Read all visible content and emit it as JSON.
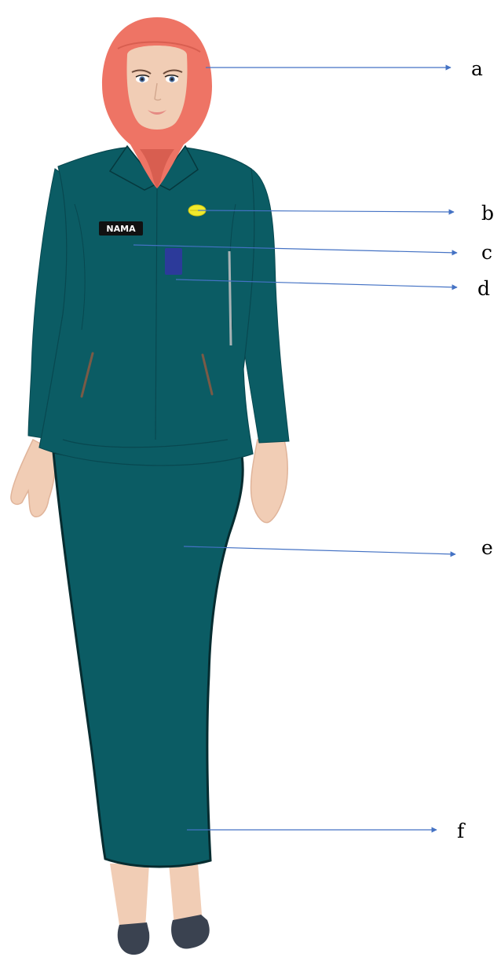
{
  "colors": {
    "uniform": "#0b5c64",
    "uniform_dark": "#084850",
    "hijab": "#ee7465",
    "hijab_dark": "#d85e50",
    "skin": "#f1cdb5",
    "skin_shadow": "#e0b49a",
    "pin": "#f2ea2c",
    "badge": "#2c3a9a",
    "shoes": "#3a4250",
    "arrow": "#4472c4",
    "nametag_bg": "#111111"
  },
  "nametag": {
    "text": "NAMA"
  },
  "callouts": [
    {
      "id": "a",
      "label": "a"
    },
    {
      "id": "b",
      "label": "b"
    },
    {
      "id": "c",
      "label": "c"
    },
    {
      "id": "d",
      "label": "d"
    },
    {
      "id": "e",
      "label": "e"
    },
    {
      "id": "f",
      "label": "f"
    }
  ]
}
